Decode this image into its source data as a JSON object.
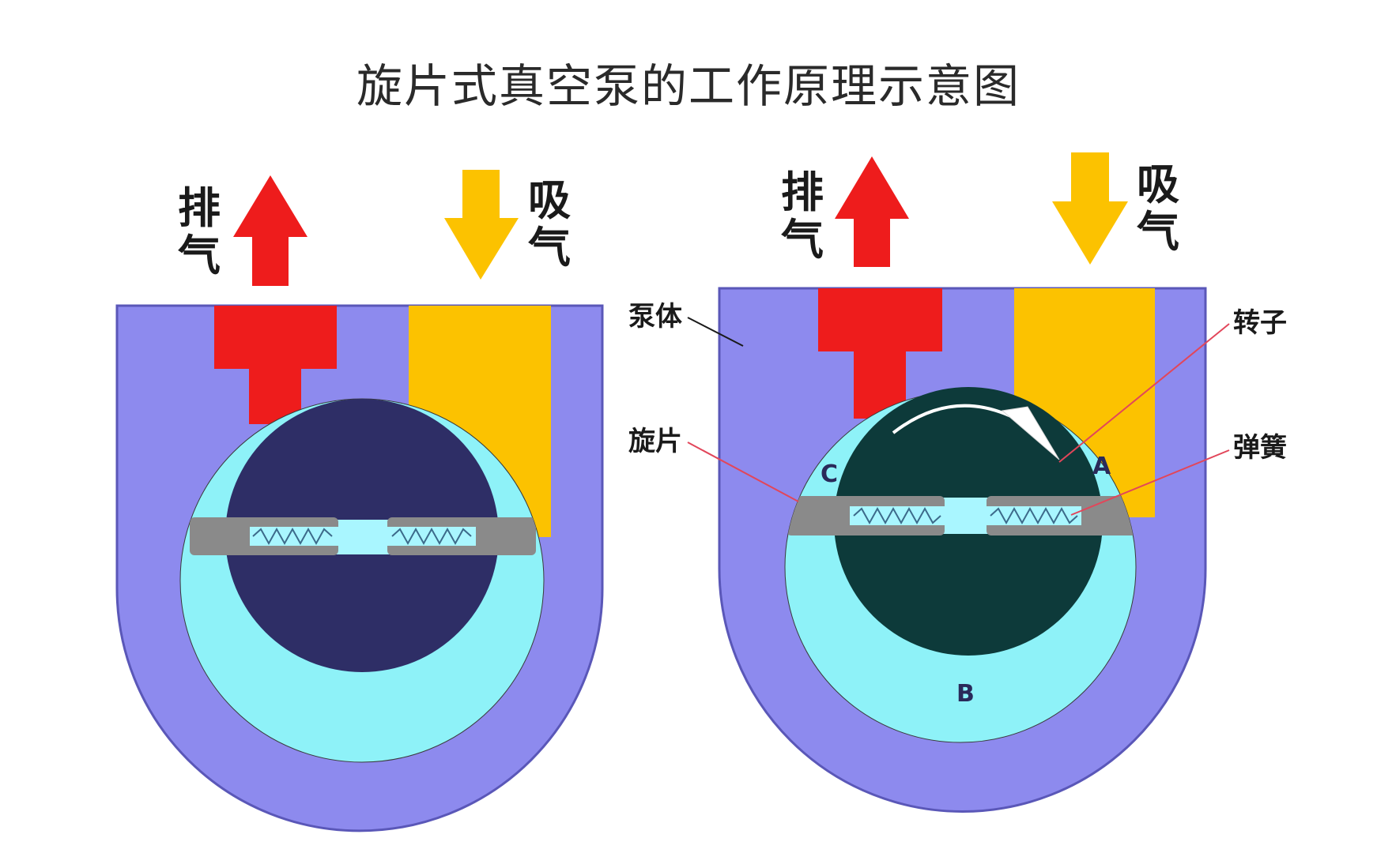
{
  "title": "旋片式真空泵的工作原理示意图",
  "left": {
    "exhaust": [
      "排",
      "气"
    ],
    "intake": [
      "吸",
      "气"
    ]
  },
  "right": {
    "exhaust": [
      "排",
      "气"
    ],
    "intake": [
      "吸",
      "气"
    ],
    "labels": {
      "pump_body": "泵体",
      "vane": "旋片",
      "rotor": "转子",
      "spring": "弹簧"
    },
    "chambers": {
      "a": "A",
      "b": "B",
      "c": "C"
    }
  },
  "colors": {
    "body": "#8d8aee",
    "chamber": "#8ef2f8",
    "exhaust": "#ee1c1c",
    "intake": "#fcc200",
    "rotor_left": "#2e2e66",
    "rotor_right": "#0d3a3a",
    "vane": "#8a8a8a",
    "spring": "#a9f6ff",
    "leader": "#e2465a"
  }
}
